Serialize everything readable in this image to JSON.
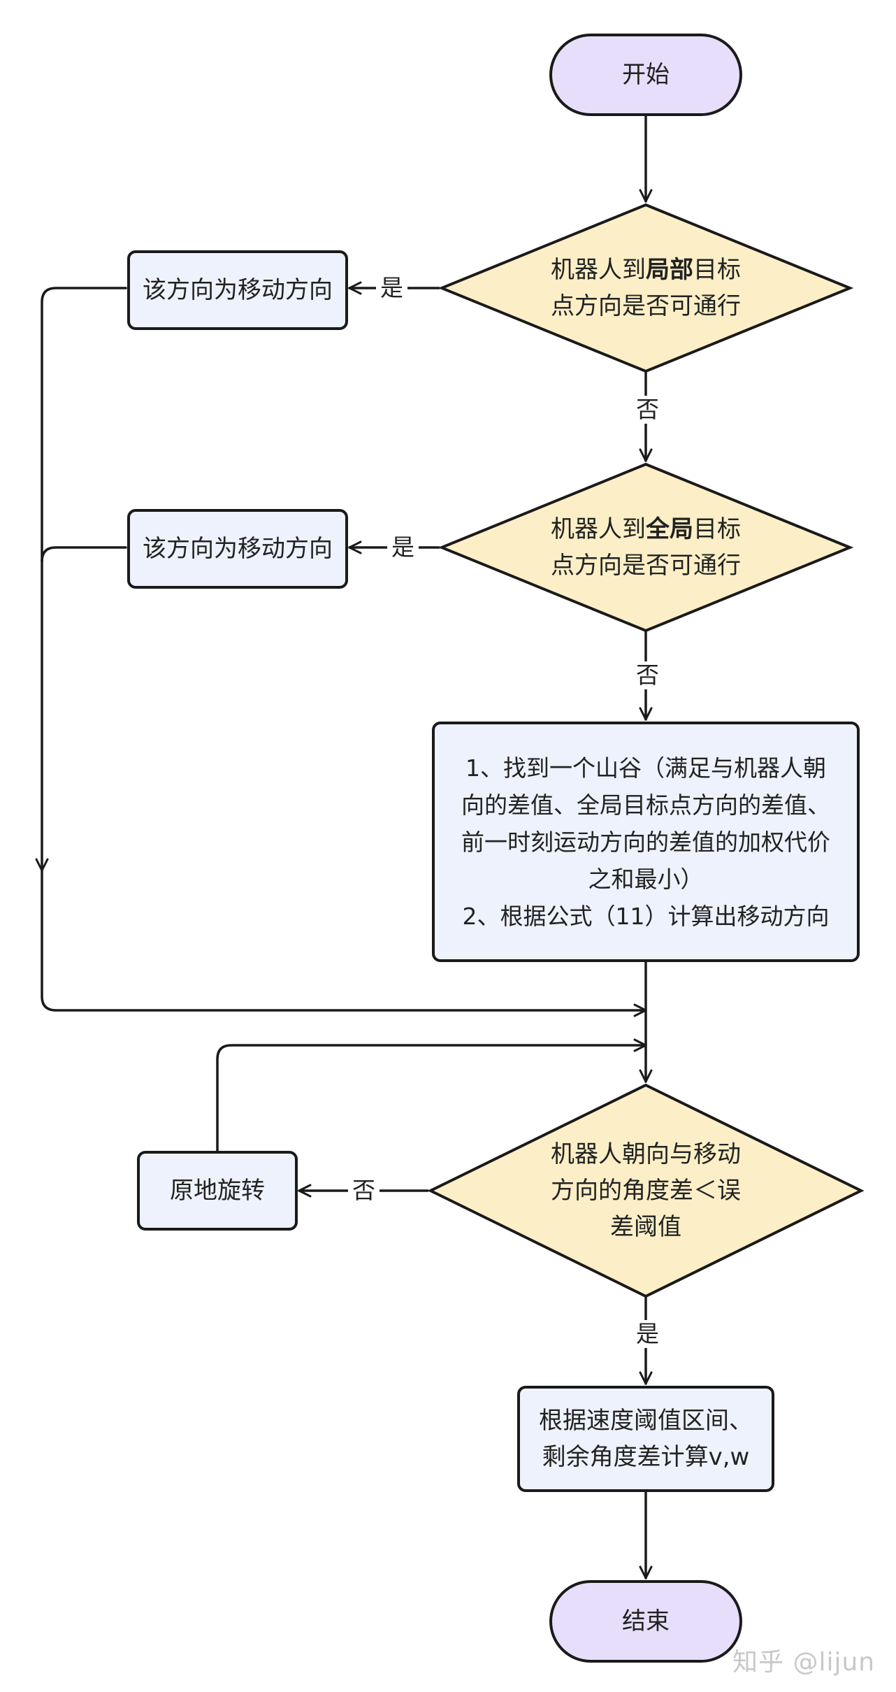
{
  "nodes": {
    "start": "开始",
    "decision_local": {
      "line1_pre": "机器人到",
      "line1_bold": "局部",
      "line1_post": "目标",
      "line2": "点方向是否可通行"
    },
    "move_dir_1": "该方向为移动方向",
    "decision_global": {
      "line1_pre": "机器人到",
      "line1_bold": "全局",
      "line1_post": "目标",
      "line2": "点方向是否可通行"
    },
    "move_dir_2": "该方向为移动方向",
    "valley": [
      "1、找到一个山谷（满足与机器人朝",
      "向的差值、全局目标点方向的差值、",
      "前一时刻运动方向的差值的加权代价",
      "之和最小）",
      "2、根据公式（11）计算出移动方向"
    ],
    "decision_angle": [
      "机器人朝向与移动",
      "方向的角度差＜误",
      "差阈值"
    ],
    "rotate": "原地旋转",
    "compute_vw": [
      "根据速度阈值区间、",
      "剩余角度差计算v,w"
    ],
    "end": "结束"
  },
  "edge_labels": {
    "local_yes": "是",
    "local_no": "否",
    "global_yes": "是",
    "global_no": "否",
    "angle_no": "否",
    "angle_yes": "是"
  },
  "watermark": "知乎 @lijun",
  "colors": {
    "terminal_fill": "#E6DEFA",
    "decision_fill": "#FCEFC7",
    "process_fill": "#EEF2FC",
    "stroke": "#1a1a1a"
  }
}
